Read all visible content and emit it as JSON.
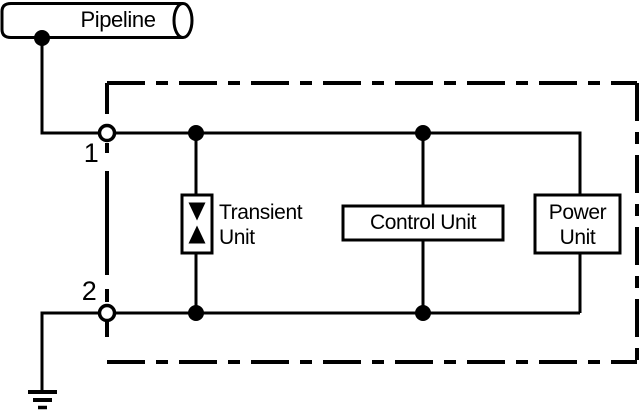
{
  "diagram": {
    "pipeline": {
      "label": "Pipeline"
    },
    "terminals": [
      {
        "label": "1"
      },
      {
        "label": "2"
      }
    ],
    "units": {
      "transient": {
        "label": "Transient\nUnit"
      },
      "control": {
        "label": "Control Unit"
      },
      "power": {
        "label": "Power\nUnit"
      }
    },
    "colors": {
      "stroke": "#000000",
      "background": "#ffffff"
    }
  }
}
